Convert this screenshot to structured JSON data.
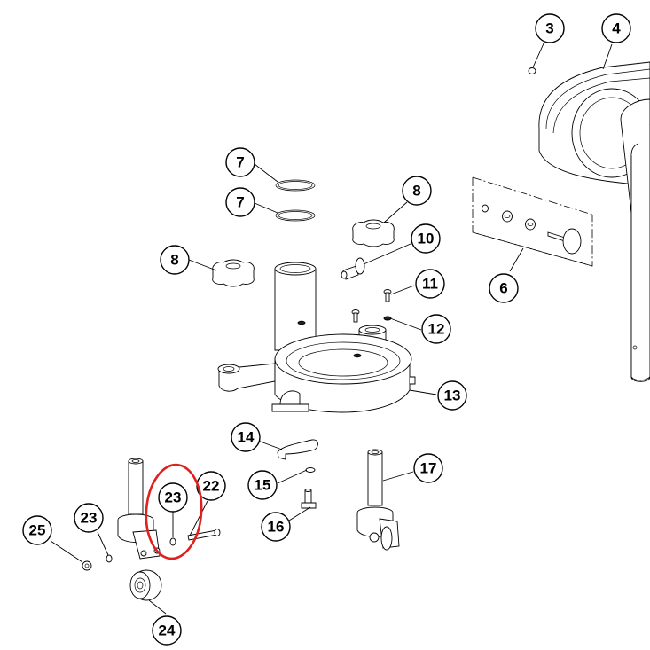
{
  "diagram": {
    "type": "exploded-parts-view",
    "highlight_color": "#e0201c",
    "highlighted_callout": "23",
    "callouts": [
      {
        "id": "c3",
        "label": "3"
      },
      {
        "id": "c4",
        "label": "4"
      },
      {
        "id": "c6",
        "label": "6"
      },
      {
        "id": "c7a",
        "label": "7"
      },
      {
        "id": "c7b",
        "label": "7"
      },
      {
        "id": "c8a",
        "label": "8"
      },
      {
        "id": "c8b",
        "label": "8"
      },
      {
        "id": "c10",
        "label": "10"
      },
      {
        "id": "c11",
        "label": "11"
      },
      {
        "id": "c12",
        "label": "12"
      },
      {
        "id": "c13",
        "label": "13"
      },
      {
        "id": "c14",
        "label": "14"
      },
      {
        "id": "c15",
        "label": "15"
      },
      {
        "id": "c16",
        "label": "16"
      },
      {
        "id": "c17",
        "label": "17"
      },
      {
        "id": "c22",
        "label": "22"
      },
      {
        "id": "c23a",
        "label": "23"
      },
      {
        "id": "c23b",
        "label": "23"
      },
      {
        "id": "c24",
        "label": "24"
      },
      {
        "id": "c25",
        "label": "25"
      }
    ]
  }
}
